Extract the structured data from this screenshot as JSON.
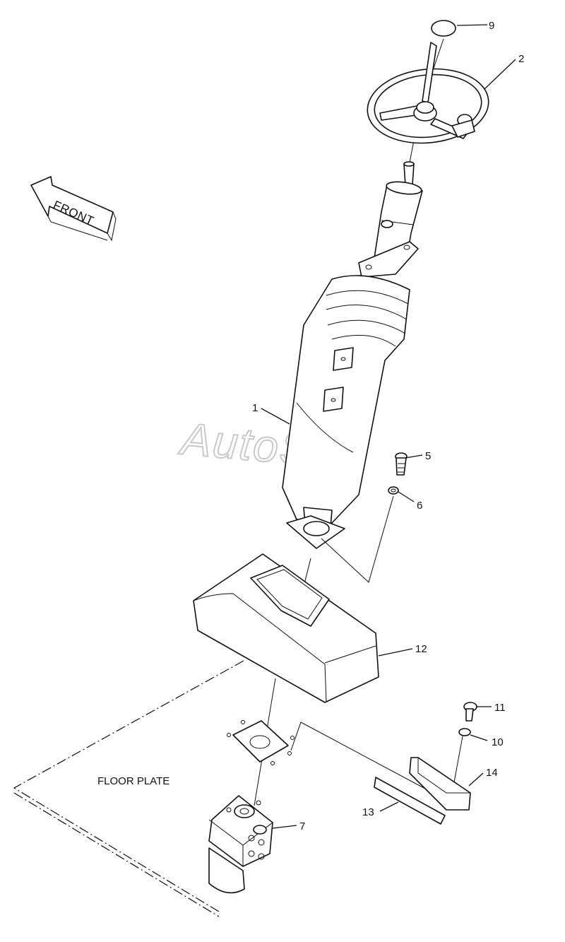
{
  "diagram": {
    "front_label": "FRONT",
    "floor_plate_label": "FLOOR PLATE",
    "watermark": "AutoSoft",
    "callouts": {
      "p1": "1",
      "p2": "2",
      "p5": "5",
      "p6": "6",
      "p7": "7",
      "p9": "9",
      "p10": "10",
      "p11": "11",
      "p12": "12",
      "p13": "13",
      "p14": "14"
    }
  }
}
